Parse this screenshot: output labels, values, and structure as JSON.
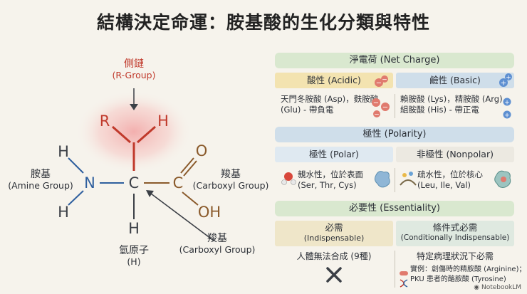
{
  "title": "結構決定命運：胺基酸的生化分類與特性",
  "molecule": {
    "atoms": {
      "r": "R",
      "h_top": "H",
      "h_nl1": "H",
      "n": "N",
      "h_nl2": "H",
      "c": "C",
      "c2": "C",
      "o_top": "O",
      "oh": "OH",
      "h_bottom": "H"
    },
    "side_chain_label": {
      "zh": "側鏈",
      "en": "(R-Group)"
    },
    "amine_label": {
      "zh": "胺基",
      "en": "(Amine Group)"
    },
    "carboxyl_label": {
      "zh": "羧基",
      "en": "(Carboxyl Group)"
    },
    "carboxyl_label2": {
      "zh": "羧基",
      "en": "(Carboxyl Group)"
    },
    "hydrogen_label": {
      "zh": "氫原子",
      "en": "(H)"
    }
  },
  "net_charge": {
    "header": "淨電荷 (Net Charge)",
    "acidic": {
      "label": "酸性 (Acidic)",
      "line1": "天門冬胺酸 (Asp)，麩胺酸",
      "line2": "(Glu) - 帶負電"
    },
    "basic": {
      "label": "鹼性 (Basic)",
      "line1": "賴胺酸 (Lys)，精胺酸 (Arg)，",
      "line2": "組胺酸 (His) - 帶正電"
    }
  },
  "polarity": {
    "header": "極性 (Polarity)",
    "polar": {
      "label": "極性 (Polar)",
      "line1": "親水性，位於表面",
      "line2": "(Ser, Thr, Cys)"
    },
    "nonpolar": {
      "label": "非極性 (Nonpolar)",
      "line1": "疏水性，位於核心",
      "line2": "(Leu, Ile, Val)"
    }
  },
  "essentiality": {
    "header": "必要性 (Essentiality)",
    "essential": {
      "label": "必需",
      "sublabel": "(Indispensable)",
      "line1": "人體無法合成 (9種)"
    },
    "conditional": {
      "label": "條件式必需",
      "sublabel": "(Conditionally Indispensable)",
      "line1": "特定病理狀況下必需",
      "ex1": "實例：創傷時的精胺酸 (Arginine)；",
      "ex2": "PKU 患者的酪胺酸 (Tyrosine)"
    }
  },
  "watermark": "NotebookLM",
  "colors": {
    "red": "#c0392b",
    "blue": "#2f5f9e",
    "green_bar": "#d9e8cf",
    "blue_bar": "#cfdeea",
    "yellow": "#f3e3b0"
  }
}
